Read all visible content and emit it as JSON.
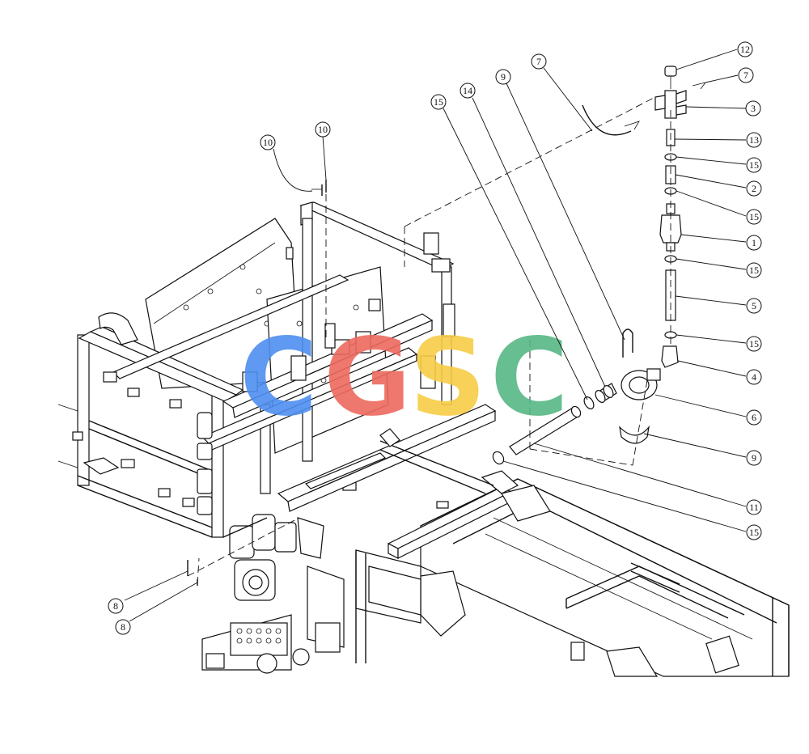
{
  "watermark": {
    "letters": [
      "C",
      "G",
      "S",
      "C"
    ],
    "colors": [
      "#4e8ff0",
      "#ee6a5f",
      "#f7cd46",
      "#57b884"
    ]
  },
  "callouts": [
    {
      "label": "12"
    },
    {
      "label": "7"
    },
    {
      "label": "3"
    },
    {
      "label": "13"
    },
    {
      "label": "15"
    },
    {
      "label": "2"
    },
    {
      "label": "15"
    },
    {
      "label": "1"
    },
    {
      "label": "15"
    },
    {
      "label": "5"
    },
    {
      "label": "15"
    },
    {
      "label": "4"
    },
    {
      "label": "6"
    },
    {
      "label": "9"
    },
    {
      "label": "11"
    },
    {
      "label": "15"
    },
    {
      "label": "15"
    },
    {
      "label": "14"
    },
    {
      "label": "9"
    },
    {
      "label": "7"
    },
    {
      "label": "10"
    },
    {
      "label": "10"
    },
    {
      "label": "8"
    },
    {
      "label": "8"
    }
  ]
}
